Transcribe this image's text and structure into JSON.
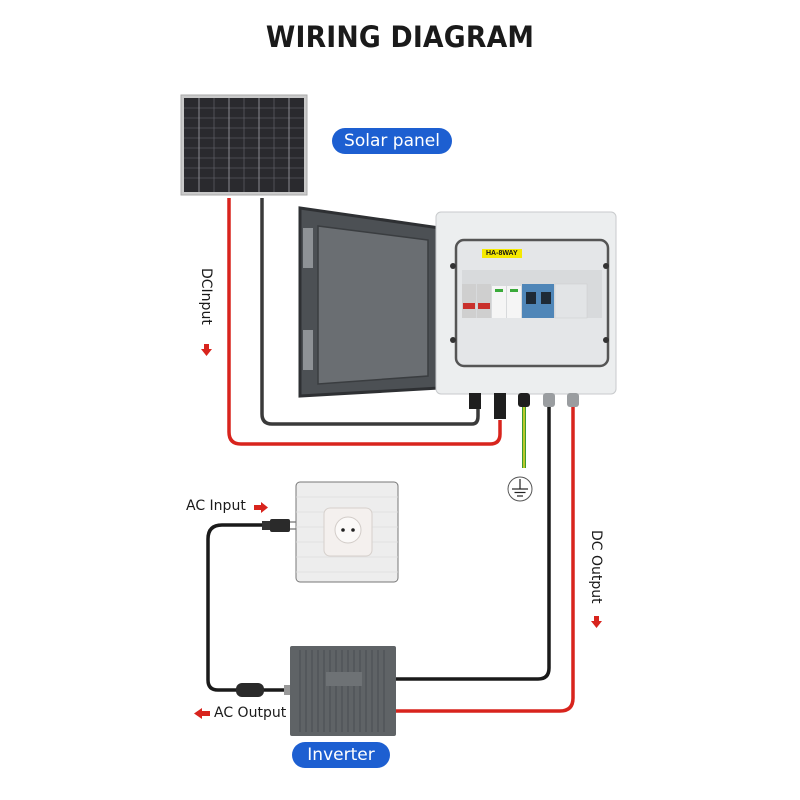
{
  "title": "WIRING DIAGRAM",
  "labels": {
    "solar_panel": "Solar panel",
    "inverter": "Inverter",
    "dc_input": "DCInput",
    "dc_output": "DC Output",
    "ac_input": "AC Input",
    "ac_output": "AC Output",
    "combiner_box_model": "HA-8WAY"
  },
  "arrows": {
    "dc_input": "down",
    "dc_output": "down",
    "ac_input": "right",
    "ac_output": "left"
  },
  "colors": {
    "accent_blue": "#1d5fd1",
    "positive_wire": "#d8241d",
    "negative_wire": "#1a1a1a",
    "ground_wire_green": "#3c9a2f",
    "ground_wire_yellow": "#e6d72a",
    "label_yellow": "#f5e900"
  },
  "components": [
    "solar-panel",
    "combiner-box",
    "ground-symbol",
    "wall-socket",
    "inverter"
  ]
}
